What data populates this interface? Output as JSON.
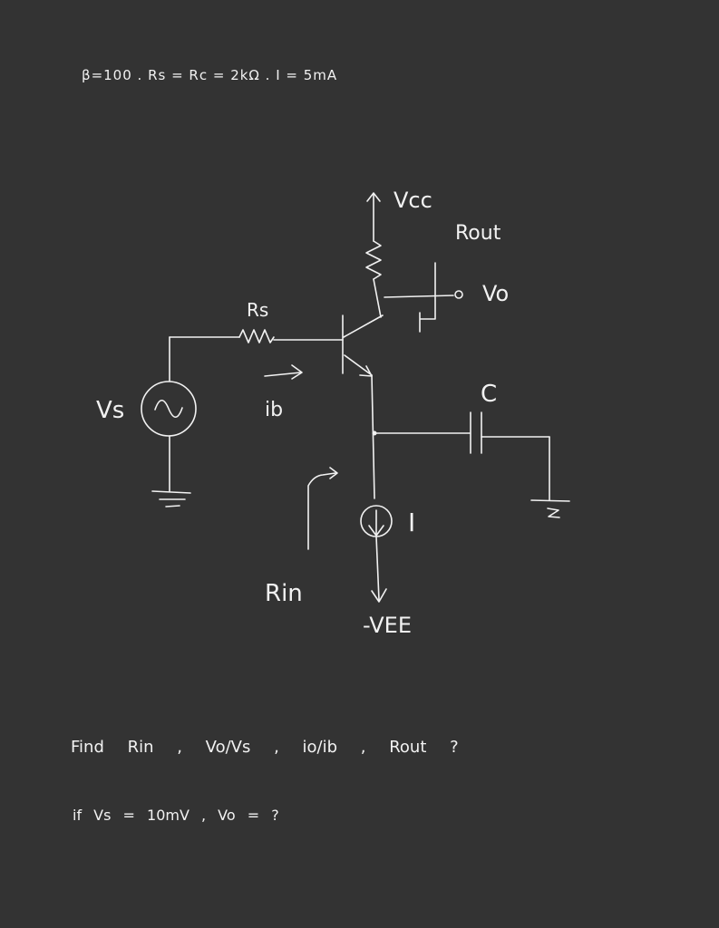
{
  "given": {
    "text": "β=100 . Rs = Rc = 2kΩ . I = 5mA"
  },
  "labels": {
    "vcc": "Vcc",
    "rout": "Rout",
    "vo": "Vo",
    "rs": "Rs",
    "vs": "Vs",
    "ib": "ib",
    "c": "C",
    "i": "I",
    "rin": "Rin",
    "vee": "-VEE"
  },
  "questions": {
    "line1": "Find Rin , Vo/Vs , io/ib , Rout ?",
    "line2": "if Vs = 10mV , Vo = ?"
  }
}
